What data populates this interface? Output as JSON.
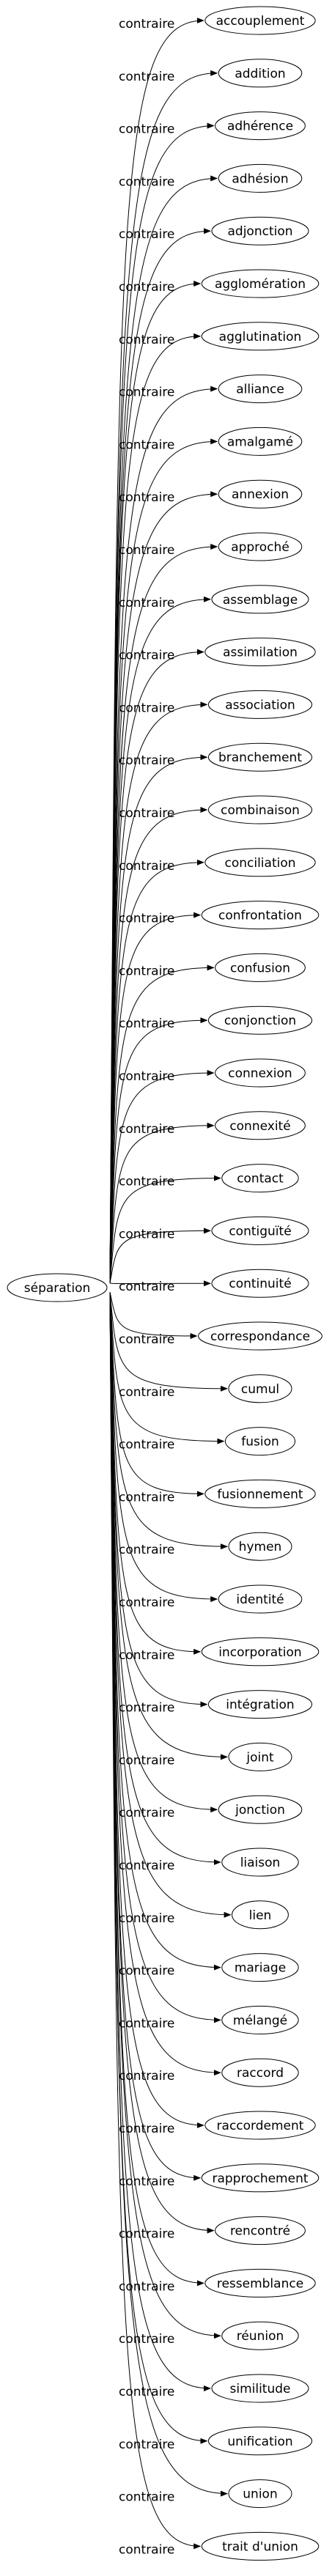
{
  "source": {
    "label": "séparation"
  },
  "edge_label": "contraire",
  "targets": [
    "accouplement",
    "addition",
    "adhérence",
    "adhésion",
    "adjonction",
    "agglomération",
    "agglutination",
    "alliance",
    "amalgamé",
    "annexion",
    "approché",
    "assemblage",
    "assimilation",
    "association",
    "branchement",
    "combinaison",
    "conciliation",
    "confrontation",
    "confusion",
    "conjonction",
    "connexion",
    "connexité",
    "contact",
    "contiguïté",
    "continuité",
    "correspondance",
    "cumul",
    "fusion",
    "fusionnement",
    "hymen",
    "identité",
    "incorporation",
    "intégration",
    "joint",
    "jonction",
    "liaison",
    "lien",
    "mariage",
    "mélangé",
    "raccord",
    "raccordement",
    "rapprochement",
    "rencontré",
    "ressemblance",
    "réunion",
    "similitude",
    "unification",
    "union",
    "trait d'union"
  ]
}
